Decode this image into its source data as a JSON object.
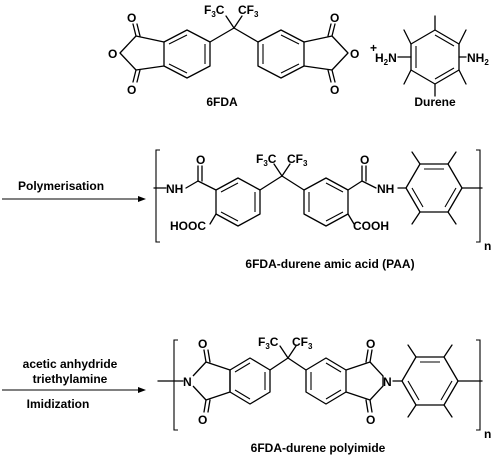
{
  "reactants": {
    "dianhydride_name": "6FDA",
    "plus_sign": "+",
    "diamine_name": "Durene"
  },
  "step1": {
    "reagent_label": "Polymerisation",
    "product_name": "6FDA-durene amic acid (PAA)"
  },
  "step2": {
    "reagent_line1": "acetic  anhydride",
    "reagent_line2": "triethylamine",
    "condition_label": "Imidization",
    "product_name": "6FDA-durene polyimide"
  },
  "repeat_subscript": "n",
  "atoms": {
    "oxygen": "O",
    "nitrogen": "N",
    "nh": "NH",
    "hooc": "HOOC",
    "cooh": "COOH",
    "h2n_h": "H",
    "h2n_n": "N",
    "two": "2",
    "nh2": "NH",
    "f3c_f": "F",
    "f3c_c": "C",
    "cf3_c": "CF",
    "three": "3"
  }
}
